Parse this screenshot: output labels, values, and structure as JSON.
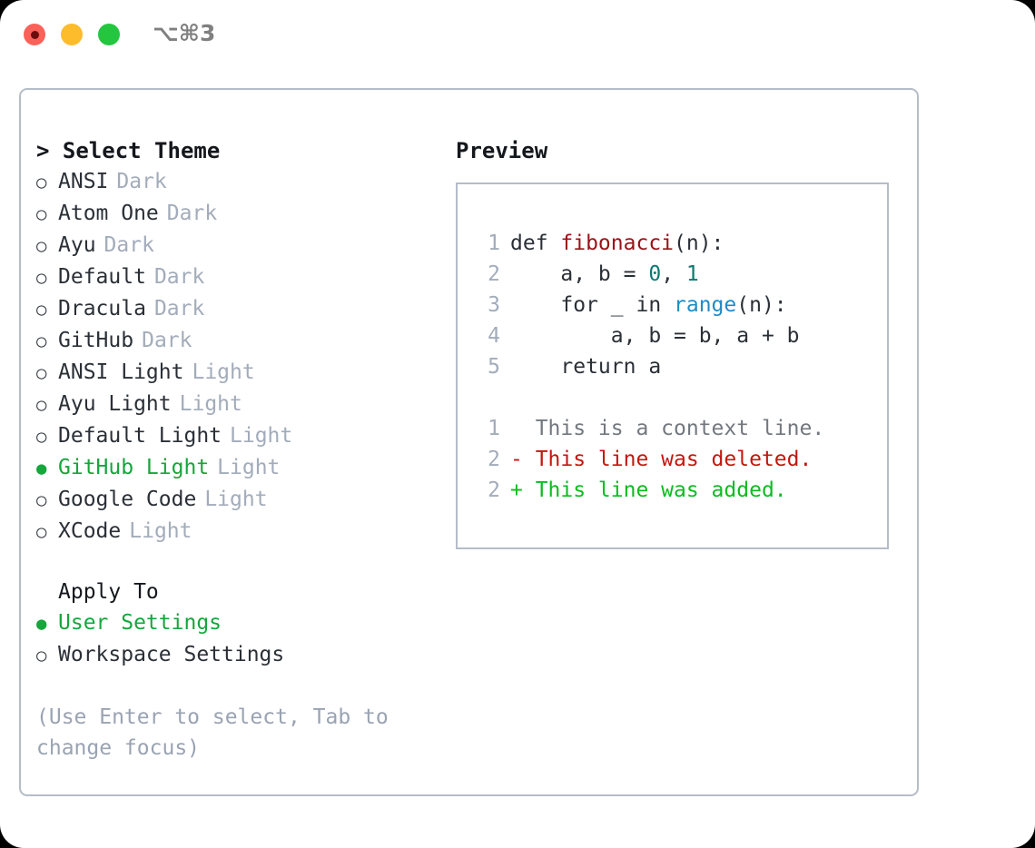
{
  "titlebar": {
    "shortcut": "⌥⌘3",
    "buttons": {
      "close": "close",
      "minimize": "minimize",
      "maximize": "maximize"
    }
  },
  "theme_picker": {
    "heading": "> Select Theme",
    "bullet_unselected": "○",
    "bullet_selected": "●",
    "items": [
      {
        "name": "ANSI",
        "kind": "Dark",
        "selected": false
      },
      {
        "name": "Atom One",
        "kind": "Dark",
        "selected": false
      },
      {
        "name": "Ayu",
        "kind": "Dark",
        "selected": false
      },
      {
        "name": "Default",
        "kind": "Dark",
        "selected": false
      },
      {
        "name": "Dracula",
        "kind": "Dark",
        "selected": false
      },
      {
        "name": "GitHub",
        "kind": "Dark",
        "selected": false
      },
      {
        "name": "ANSI Light",
        "kind": "Light",
        "selected": false
      },
      {
        "name": "Ayu Light",
        "kind": "Light",
        "selected": false
      },
      {
        "name": "Default Light",
        "kind": "Light",
        "selected": false
      },
      {
        "name": "GitHub Light",
        "kind": "Light",
        "selected": true
      },
      {
        "name": "Google Code",
        "kind": "Light",
        "selected": false
      },
      {
        "name": "XCode",
        "kind": "Light",
        "selected": false
      }
    ]
  },
  "apply_to": {
    "heading": "Apply To",
    "items": [
      {
        "name": "User Settings",
        "selected": true
      },
      {
        "name": "Workspace Settings",
        "selected": false
      }
    ]
  },
  "hint": "(Use Enter to select, Tab to change focus)",
  "preview": {
    "title": "Preview",
    "code_lines": [
      {
        "no": "1",
        "segments": [
          {
            "text": "def ",
            "token": "plain"
          },
          {
            "text": "fibonacci",
            "token": "func"
          },
          {
            "text": "(n):",
            "token": "plain"
          }
        ]
      },
      {
        "no": "2",
        "segments": [
          {
            "text": "    a, b = ",
            "token": "plain"
          },
          {
            "text": "0",
            "token": "num"
          },
          {
            "text": ", ",
            "token": "plain"
          },
          {
            "text": "1",
            "token": "num"
          }
        ]
      },
      {
        "no": "3",
        "segments": [
          {
            "text": "    for _ in ",
            "token": "plain"
          },
          {
            "text": "range",
            "token": "call"
          },
          {
            "text": "(n):",
            "token": "plain"
          }
        ]
      },
      {
        "no": "4",
        "segments": [
          {
            "text": "        a, b = b, a + b",
            "token": "plain"
          }
        ]
      },
      {
        "no": "5",
        "segments": [
          {
            "text": "    return a",
            "token": "plain"
          }
        ]
      }
    ],
    "diff_lines": [
      {
        "no": "1",
        "marker": "  ",
        "text": "  This is a context line.",
        "type": "ctx"
      },
      {
        "no": "2",
        "marker": "- ",
        "text": "- This line was deleted.",
        "type": "del"
      },
      {
        "no": "2",
        "marker": "+ ",
        "text": "+ This line was added.",
        "type": "add"
      }
    ]
  },
  "colors": {
    "accent_green": "#16a63c",
    "muted": "#a3acba",
    "border": "#b5bdc8",
    "func_red": "#9b1118",
    "number_teal": "#0b7a72",
    "call_blue": "#1f8bc4",
    "diff_add": "#0bbc20",
    "diff_del": "#c4170f",
    "light_red": "#fa6158",
    "light_amber": "#fdbc2c",
    "light_green": "#25c63f"
  }
}
